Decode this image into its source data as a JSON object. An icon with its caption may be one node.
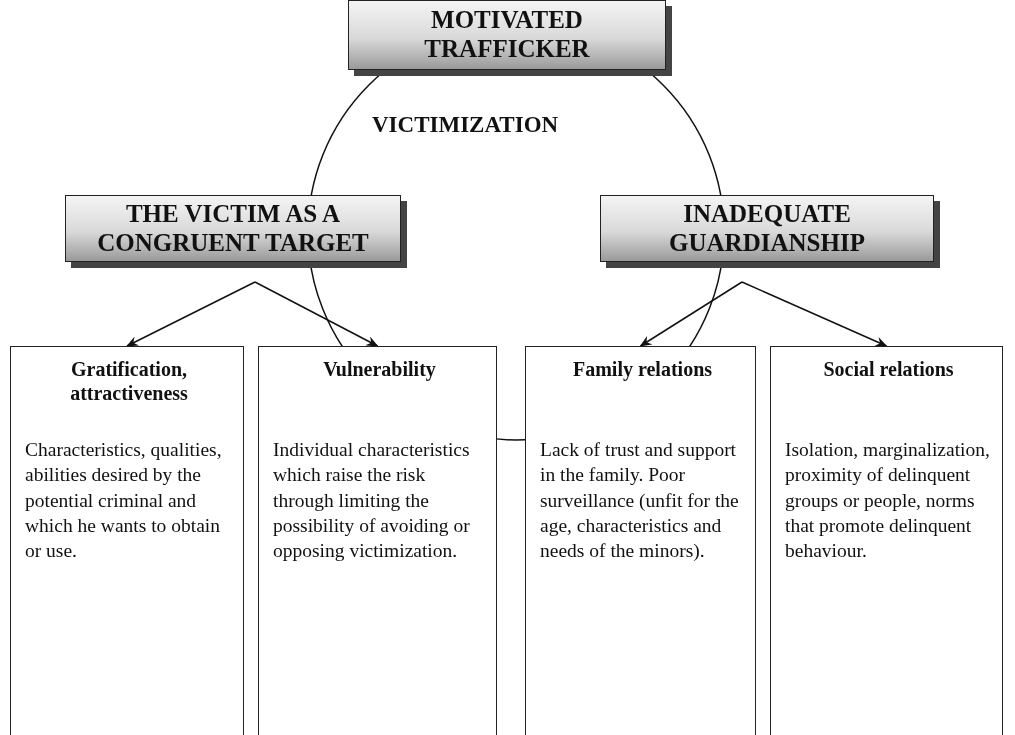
{
  "diagram": {
    "nodes": [
      {
        "text": [
          "MOTIVATED TRAFFICKER"
        ]
      },
      {
        "text": [
          "THE VICTIM AS A CONGRUENT TARGET"
        ]
      },
      {
        "text": [
          "INADEQUATE GUARDIANSHIP"
        ]
      },
      {
        "text": [
          "Gratification, attractiveness",
          "Characteristics, qualities, abilities desired by the potential criminal and which he wants to obtain or use."
        ]
      },
      {
        "text": [
          "Vulnerability",
          "Individual characteristics which raise the risk through limiting the possibility of avoiding or opposing victimization."
        ]
      },
      {
        "text": [
          "Family relations",
          "Lack of trust and support in the family. Poor surveillance (unfit for the age, characteristics and needs of the minors)."
        ]
      },
      {
        "text": [
          "Social relations",
          "Isolation, marginalization, proximity of delinquent groups or people, norms that promote delinquent behaviour."
        ]
      }
    ],
    "edges": [
      {
        "from": 1,
        "to": 3,
        "arrow": "to"
      },
      {
        "from": 1,
        "to": 4,
        "arrow": "to"
      },
      {
        "from": 2,
        "to": 5,
        "arrow": "to"
      },
      {
        "from": 2,
        "to": 6,
        "arrow": "to"
      }
    ],
    "labels": [
      "VICTIMIZATION"
    ]
  }
}
